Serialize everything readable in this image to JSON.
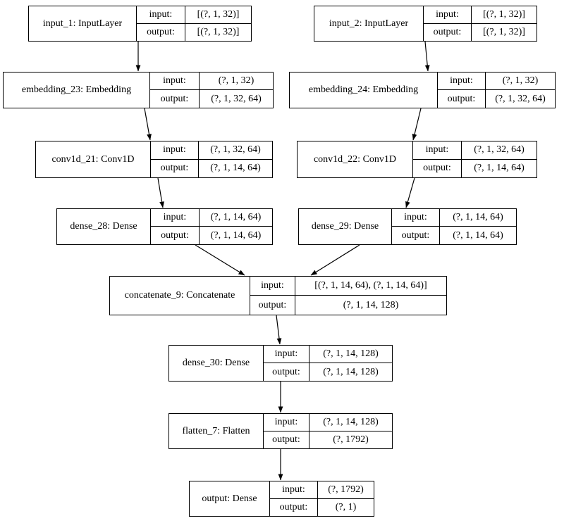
{
  "diagram": {
    "type": "keras-model-graph",
    "colors": {
      "node_border": "#000000",
      "node_fill": "#ffffff",
      "edge": "#000000",
      "background": "#ffffff"
    },
    "nodes": [
      {
        "id": "input_1",
        "name": "input_1: InputLayer",
        "input_label": "input:",
        "output_label": "output:",
        "input_shape": "[(?, 1, 32)]",
        "output_shape": "[(?, 1, 32)]"
      },
      {
        "id": "input_2",
        "name": "input_2: InputLayer",
        "input_label": "input:",
        "output_label": "output:",
        "input_shape": "[(?, 1, 32)]",
        "output_shape": "[(?, 1, 32)]"
      },
      {
        "id": "embedding_23",
        "name": "embedding_23: Embedding",
        "input_label": "input:",
        "output_label": "output:",
        "input_shape": "(?, 1, 32)",
        "output_shape": "(?, 1, 32, 64)"
      },
      {
        "id": "embedding_24",
        "name": "embedding_24: Embedding",
        "input_label": "input:",
        "output_label": "output:",
        "input_shape": "(?, 1, 32)",
        "output_shape": "(?, 1, 32, 64)"
      },
      {
        "id": "conv1d_21",
        "name": "conv1d_21: Conv1D",
        "input_label": "input:",
        "output_label": "output:",
        "input_shape": "(?, 1, 32, 64)",
        "output_shape": "(?, 1, 14, 64)"
      },
      {
        "id": "conv1d_22",
        "name": "conv1d_22: Conv1D",
        "input_label": "input:",
        "output_label": "output:",
        "input_shape": "(?, 1, 32, 64)",
        "output_shape": "(?, 1, 14, 64)"
      },
      {
        "id": "dense_28",
        "name": "dense_28: Dense",
        "input_label": "input:",
        "output_label": "output:",
        "input_shape": "(?, 1, 14, 64)",
        "output_shape": "(?, 1, 14, 64)"
      },
      {
        "id": "dense_29",
        "name": "dense_29: Dense",
        "input_label": "input:",
        "output_label": "output:",
        "input_shape": "(?, 1, 14, 64)",
        "output_shape": "(?, 1, 14, 64)"
      },
      {
        "id": "concatenate_9",
        "name": "concatenate_9: Concatenate",
        "input_label": "input:",
        "output_label": "output:",
        "input_shape": "[(?, 1, 14, 64), (?, 1, 14, 64)]",
        "output_shape": "(?, 1, 14, 128)"
      },
      {
        "id": "dense_30",
        "name": "dense_30: Dense",
        "input_label": "input:",
        "output_label": "output:",
        "input_shape": "(?, 1, 14, 128)",
        "output_shape": "(?, 1, 14, 128)"
      },
      {
        "id": "flatten_7",
        "name": "flatten_7: Flatten",
        "input_label": "input:",
        "output_label": "output:",
        "input_shape": "(?, 1, 14, 128)",
        "output_shape": "(?, 1792)"
      },
      {
        "id": "output",
        "name": "output: Dense",
        "input_label": "input:",
        "output_label": "output:",
        "input_shape": "(?, 1792)",
        "output_shape": "(?, 1)"
      }
    ],
    "edges": [
      {
        "from": "input_1",
        "to": "embedding_23"
      },
      {
        "from": "input_2",
        "to": "embedding_24"
      },
      {
        "from": "embedding_23",
        "to": "conv1d_21"
      },
      {
        "from": "embedding_24",
        "to": "conv1d_22"
      },
      {
        "from": "conv1d_21",
        "to": "dense_28"
      },
      {
        "from": "conv1d_22",
        "to": "dense_29"
      },
      {
        "from": "dense_28",
        "to": "concatenate_9"
      },
      {
        "from": "dense_29",
        "to": "concatenate_9"
      },
      {
        "from": "concatenate_9",
        "to": "dense_30"
      },
      {
        "from": "dense_30",
        "to": "flatten_7"
      },
      {
        "from": "flatten_7",
        "to": "output"
      }
    ]
  }
}
